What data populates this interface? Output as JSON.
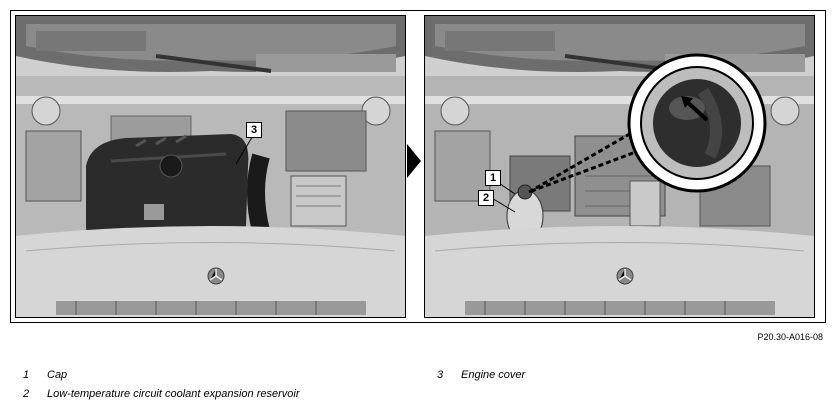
{
  "figure": {
    "reference_code": "P20.30-A016-08",
    "callouts": {
      "left": [
        "3"
      ],
      "right": [
        "1",
        "2"
      ]
    }
  },
  "legend": [
    {
      "number": "1",
      "label": "Cap"
    },
    {
      "number": "2",
      "label": "Low-temperature circuit coolant expansion reservoir"
    },
    {
      "number": "3",
      "label": "Engine cover"
    }
  ],
  "colors": {
    "background": "#ffffff",
    "line": "#000000",
    "engine_cover": "#2b2b2b"
  },
  "icons": [
    "mercedes-star-icon",
    "arrow-right-icon",
    "magnifier-icon"
  ]
}
